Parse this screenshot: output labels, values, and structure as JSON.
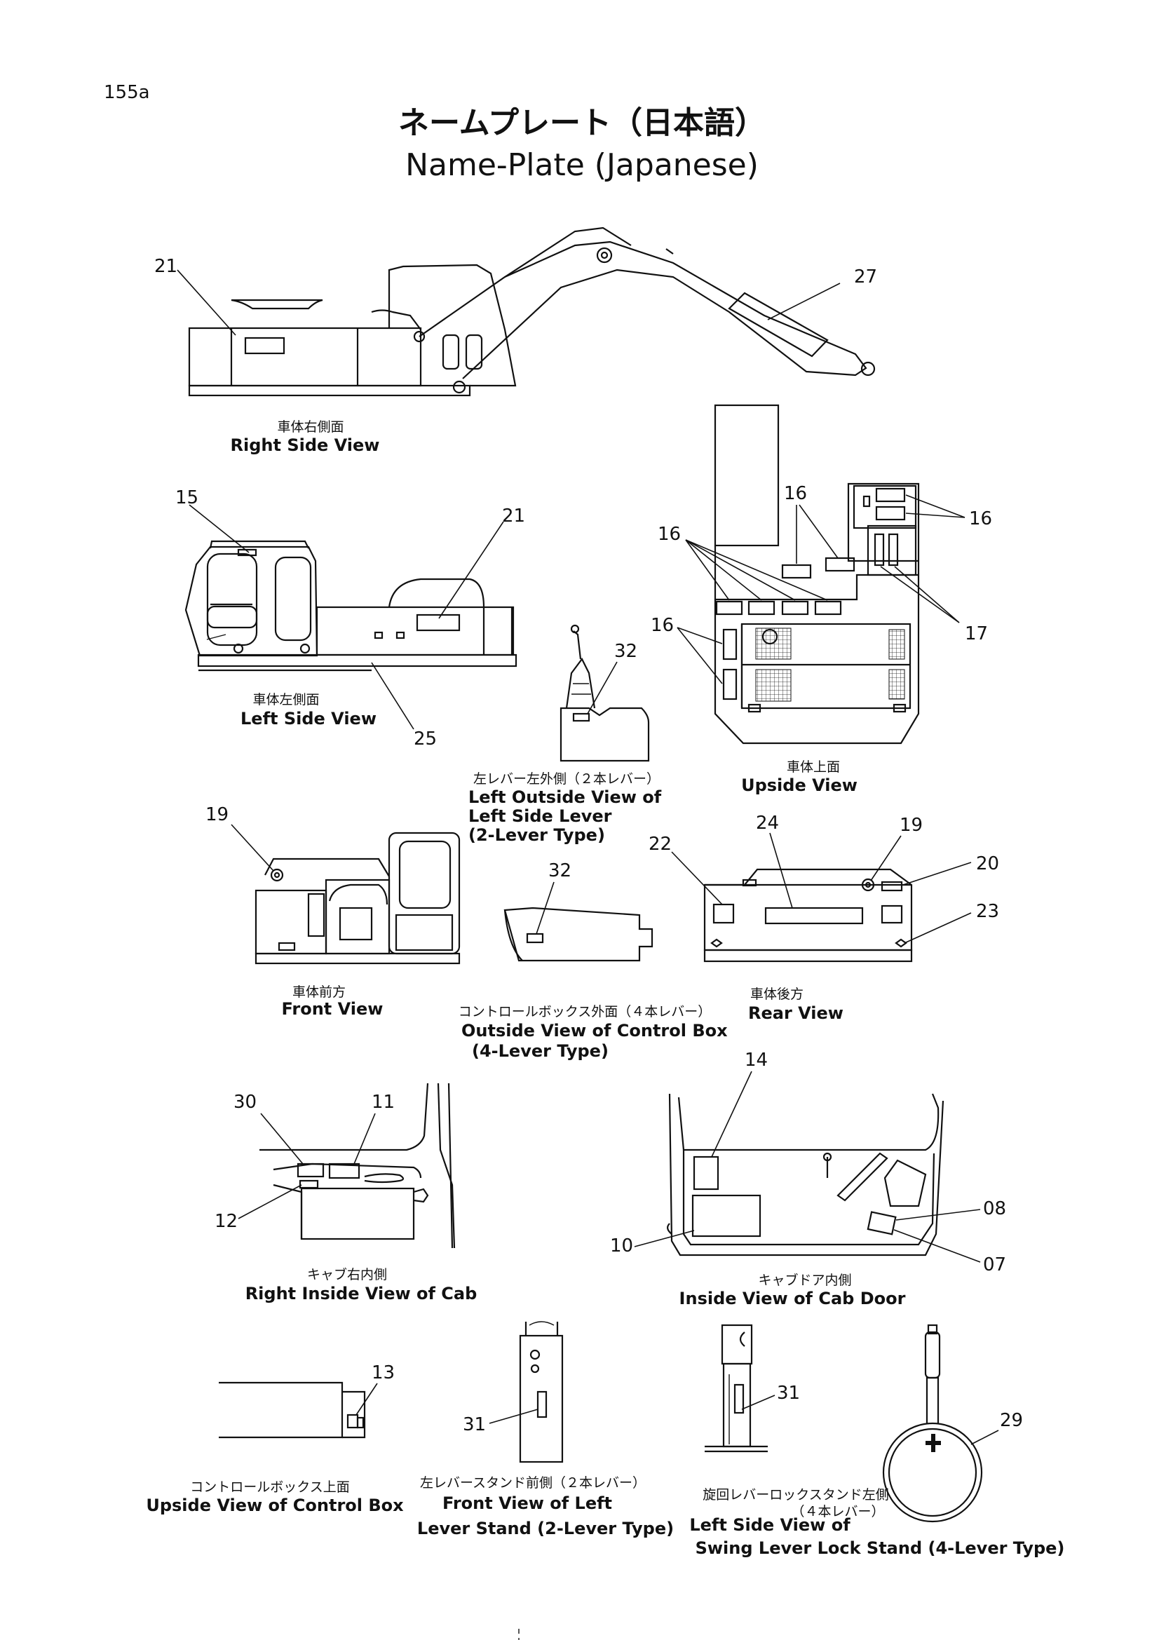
{
  "page_number": "155a",
  "title_jp": "ネームプレート（日本語）",
  "title_en": "Name-Plate (Japanese)",
  "views": {
    "right_side": {
      "jp": "車体右側面",
      "en": "Right Side View",
      "callouts": [
        "21",
        "27"
      ]
    },
    "left_side": {
      "jp": "車体左側面",
      "en": "Left Side View",
      "callouts": [
        "15",
        "21",
        "25"
      ]
    },
    "upside": {
      "jp": "車体上面",
      "en": "Upside View",
      "callouts": [
        "16",
        "16",
        "16",
        "16",
        "17"
      ]
    },
    "left_lever": {
      "jp": "左レバー左外側（２本レバー）",
      "en": [
        "Left Outside View of",
        "Left Side Lever",
        "(2-Lever Type)"
      ],
      "callouts": [
        "32"
      ]
    },
    "front": {
      "jp": "車体前方",
      "en": "Front View",
      "callouts": [
        "19"
      ]
    },
    "control_box_outside": {
      "jp": "コントロールボックス外面（４本レバー）",
      "en": [
        "Outside View of Control Box",
        "(4-Lever Type)"
      ],
      "callouts": [
        "32"
      ]
    },
    "rear": {
      "jp": "車体後方",
      "en": "Rear View",
      "callouts": [
        "22",
        "24",
        "19",
        "20",
        "23"
      ]
    },
    "cab_right_inside": {
      "jp": "キャブ右内側",
      "en": "Right Inside View of Cab",
      "callouts": [
        "30",
        "11",
        "12"
      ]
    },
    "cab_door_inside": {
      "jp": "キャブドア内側",
      "en": "Inside View of Cab Door",
      "callouts": [
        "14",
        "10",
        "08",
        "07"
      ]
    },
    "control_box_upside": {
      "jp": "コントロールボックス上面",
      "en": "Upside View of Control Box",
      "callouts": [
        "13"
      ]
    },
    "lever_stand_front": {
      "jp": "左レバースタンド前側（２本レバー）",
      "en": [
        "Front View of Left",
        "Lever Stand (2-Lever Type)"
      ],
      "callouts": [
        "31"
      ]
    },
    "swing_lock_stand": {
      "jp": [
        "旋回レバーロックスタンド左側",
        "（４本レバー）"
      ],
      "en": [
        "Left Side View of",
        "Swing Lever Lock Stand (4-Lever Type)"
      ],
      "callouts": [
        "31",
        "29"
      ]
    }
  }
}
